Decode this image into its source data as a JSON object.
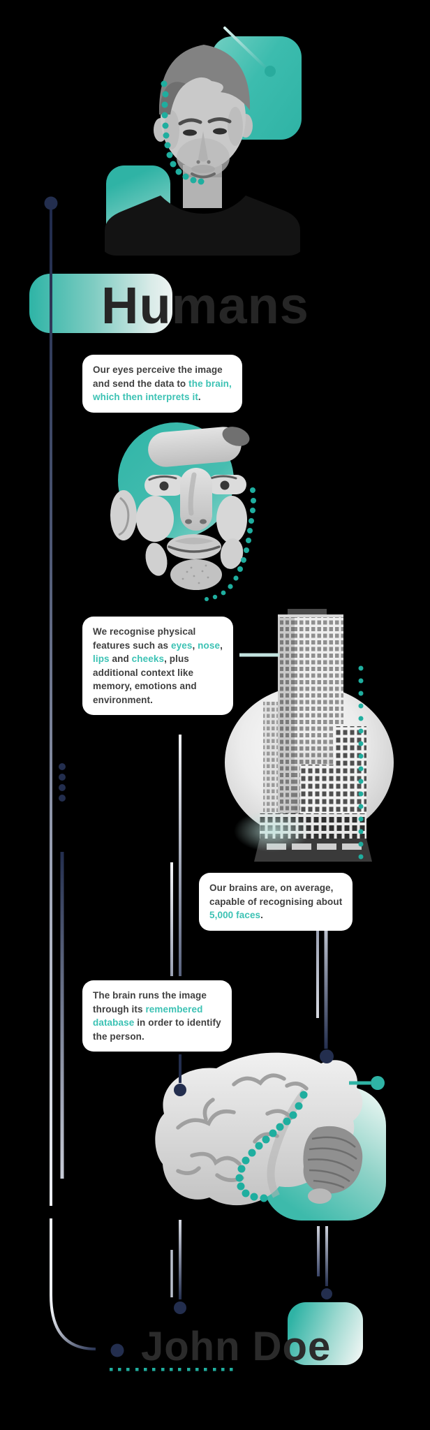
{
  "palette": {
    "background": "#000000",
    "teal": "#2fb3a5",
    "teal_text": "#3cc2b4",
    "teal_dot": "#1fae9f",
    "navy": "#232e4e",
    "box_bg": "#ffffff",
    "text_dark": "#3f3f3f",
    "title_color": "#262626"
  },
  "header": {
    "title": "Humans"
  },
  "footer": {
    "name": "John Doe"
  },
  "callouts": {
    "perception": {
      "lines": [
        [
          {
            "t": "Our eyes perceive the image"
          }
        ],
        [
          {
            "t": "and send the data to "
          },
          {
            "t": "the brain,",
            "hl": true
          }
        ],
        [
          {
            "t": "which then interprets it",
            "hl": true
          },
          {
            "t": "."
          }
        ]
      ]
    },
    "features": {
      "lines": [
        [
          {
            "t": "We recognise physical"
          }
        ],
        [
          {
            "t": "features such as "
          },
          {
            "t": "eyes",
            "hl": true
          },
          {
            "t": ", "
          },
          {
            "t": "nose",
            "hl": true
          },
          {
            "t": ","
          }
        ],
        [
          {
            "t": "lips",
            "hl": true
          },
          {
            "t": " and "
          },
          {
            "t": "cheeks",
            "hl": true
          },
          {
            "t": ", plus"
          }
        ],
        [
          {
            "t": "additional context like"
          }
        ],
        [
          {
            "t": "memory, emotions and"
          }
        ],
        [
          {
            "t": "environment."
          }
        ]
      ]
    },
    "capacity": {
      "lines": [
        [
          {
            "t": "Our brains are, on average,"
          }
        ],
        [
          {
            "t": "capable of recognising about"
          }
        ],
        [
          {
            "t": "5,000 faces",
            "hl": true
          },
          {
            "t": "."
          }
        ]
      ]
    },
    "database": {
      "lines": [
        [
          {
            "t": "The brain runs the image"
          }
        ],
        [
          {
            "t": "through its "
          },
          {
            "t": "remembered",
            "hl": true
          }
        ],
        [
          {
            "t": "database",
            "hl": true
          },
          {
            "t": " in order to identify"
          }
        ],
        [
          {
            "t": "the person."
          }
        ]
      ]
    }
  },
  "icons": {
    "face_scan_dots": "dotted-arc",
    "building_scan_dots": "dotted-vertical-line",
    "brain_scan_dots": "dotted-arc",
    "connector_node": "filled-circle"
  }
}
